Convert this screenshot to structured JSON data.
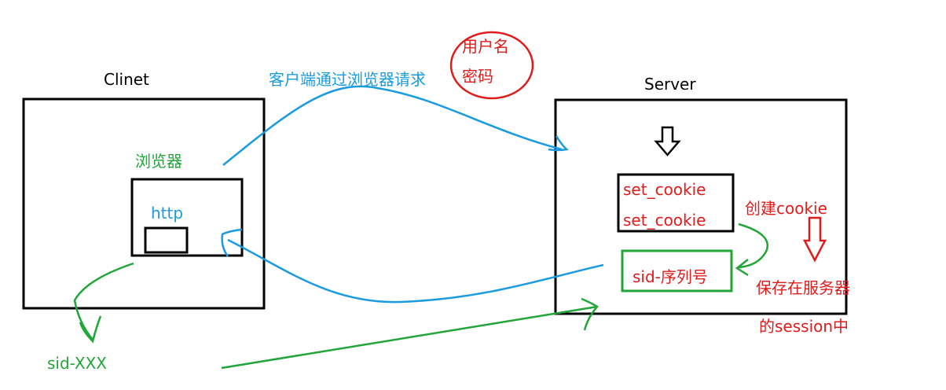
{
  "client": {
    "title": "Clinet",
    "browser_label": "浏览器",
    "http_label": "http"
  },
  "server": {
    "title": "Server",
    "set_cookie_1": "set_cookie",
    "set_cookie_2": "set_cookie",
    "sid_box": "sid-序列号"
  },
  "notes": {
    "request": "客户端通过浏览器请求",
    "credentials_line1": "用户名",
    "credentials_line2": "密码",
    "create_cookie": "创建cookie",
    "save_line1": "保存在服务器",
    "save_line2": "的session中",
    "client_sid": "sid-XXX"
  },
  "colors": {
    "black": "#000000",
    "blue": "#1a9be0",
    "green": "#22a639",
    "red": "#e01b1b"
  }
}
